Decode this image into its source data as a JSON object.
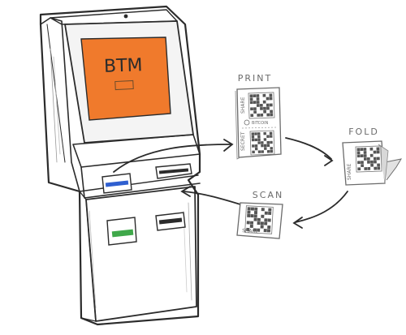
{
  "screen": {
    "label": "BTM",
    "color": "#f07a2c"
  },
  "steps": {
    "print": {
      "title": "PRINT",
      "side_label_top": "SHARE",
      "side_label_bottom": "SECRET",
      "middle_label": "BITCOIN"
    },
    "fold": {
      "title": "FOLD",
      "side_label": "SHARE"
    },
    "scan": {
      "title": "SCAN",
      "bottom_label": "SHARE"
    }
  },
  "colors": {
    "ink": "#2b2b2b",
    "grey_ink": "#6b6b6b",
    "slot_blue": "#2f5fd0",
    "slot_green": "#3fa84a"
  },
  "icons": [
    "qr-code-icon",
    "bitcoin-icon",
    "arrow-icon"
  ]
}
